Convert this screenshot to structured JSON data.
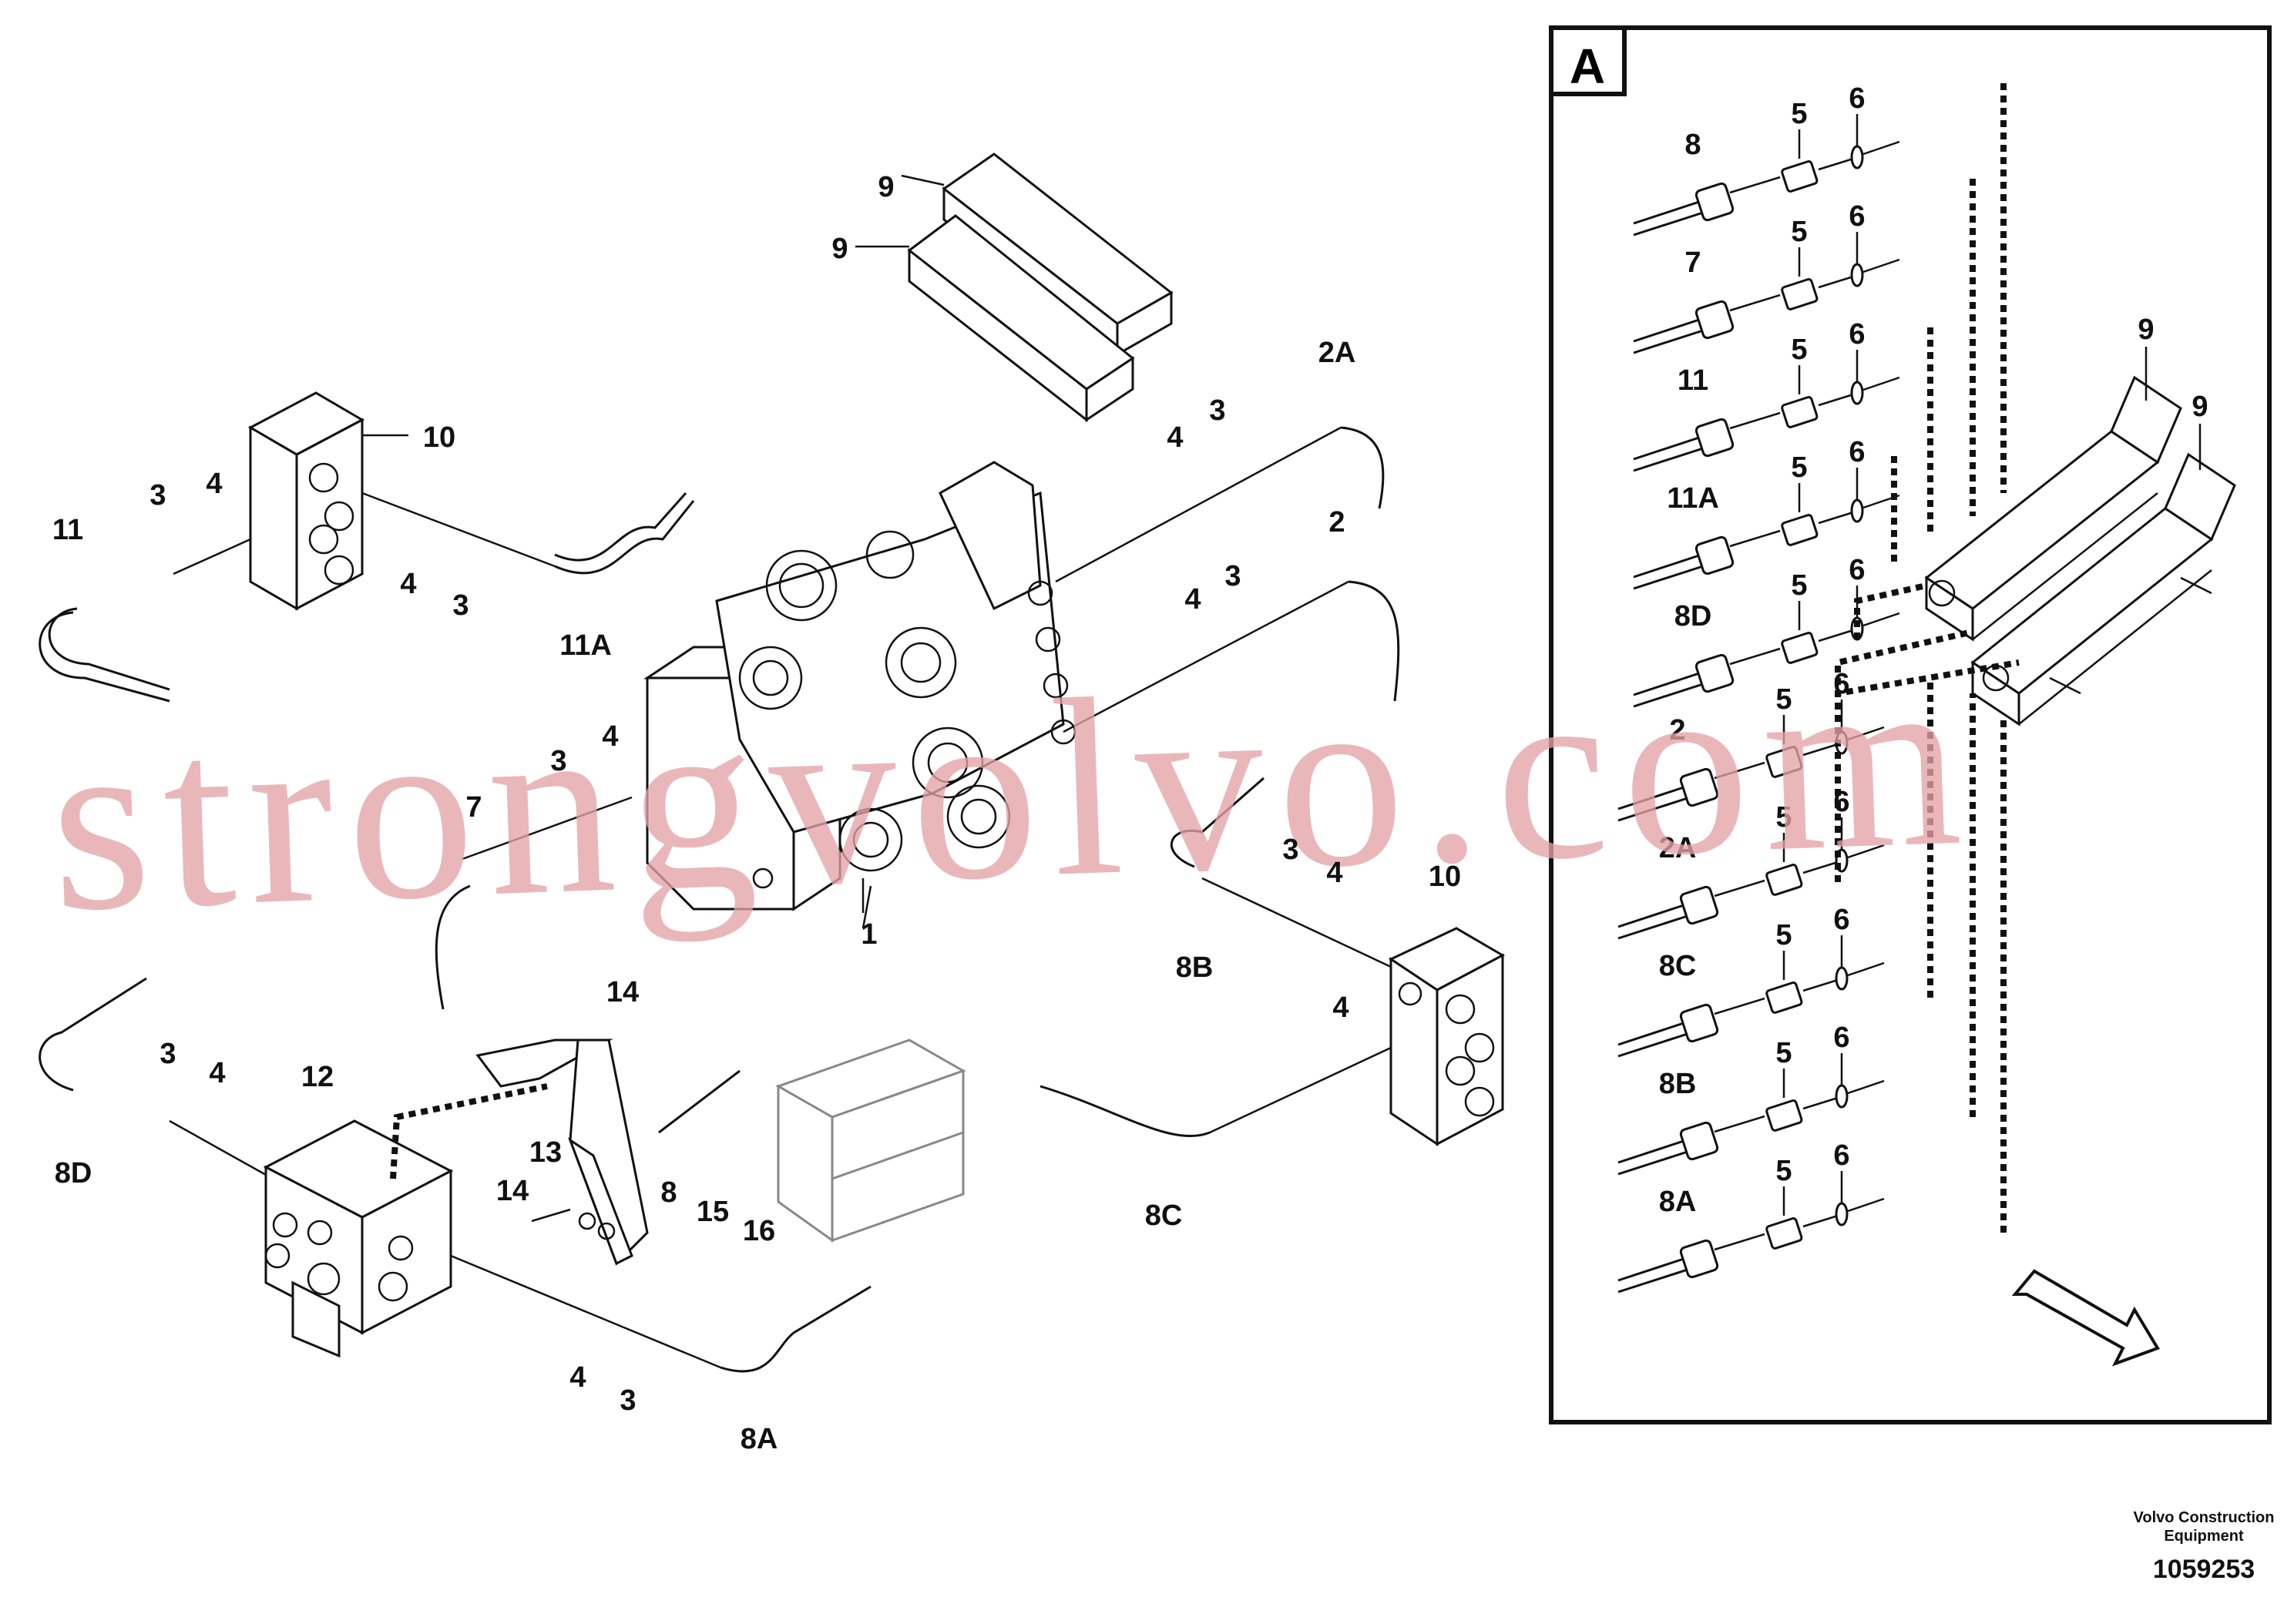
{
  "diagram": {
    "inset_title": "A",
    "footer": {
      "line1": "Volvo Construction",
      "line2": "Equipment",
      "drawing_number": "1059253"
    },
    "watermark": "strongvolvo.com",
    "main_labels": {
      "n9a": "9",
      "n9b": "9",
      "n10a": "10",
      "n10b": "10",
      "n11": "11",
      "n11a": "11A",
      "n3a": "3",
      "n4a": "4",
      "n4b": "4",
      "n3b": "3",
      "n2a": "2A",
      "n2": "2",
      "n4c": "4",
      "n3c": "3",
      "n4d": "4",
      "n3d": "3",
      "n7": "7",
      "n3e": "3",
      "n4e": "4",
      "n1": "1",
      "n14a": "14",
      "n3f": "3",
      "n4f": "4",
      "n8b": "8B",
      "n4g": "4",
      "n8c": "8C",
      "n8d": "8D",
      "n3g": "3",
      "n4h": "4",
      "n12": "12",
      "n13": "13",
      "n14b": "14",
      "n8": "8",
      "n15": "15",
      "n16": "16",
      "n4i": "4",
      "n3h": "3",
      "n8a": "8A"
    },
    "inset_rows": [
      {
        "hose": "8",
        "fitting": "5",
        "seal": "6"
      },
      {
        "hose": "7",
        "fitting": "5",
        "seal": "6"
      },
      {
        "hose": "11",
        "fitting": "5",
        "seal": "6"
      },
      {
        "hose": "11A",
        "fitting": "5",
        "seal": "6"
      },
      {
        "hose": "8D",
        "fitting": "5",
        "seal": "6"
      },
      {
        "hose": "2",
        "fitting": "5",
        "seal": "6"
      },
      {
        "hose": "2A",
        "fitting": "5",
        "seal": "6"
      },
      {
        "hose": "8C",
        "fitting": "5",
        "seal": "6"
      },
      {
        "hose": "8B",
        "fitting": "5",
        "seal": "6"
      },
      {
        "hose": "8A",
        "fitting": "5",
        "seal": "6"
      }
    ],
    "inset_blocks": {
      "b1": "9",
      "b2": "9"
    }
  }
}
